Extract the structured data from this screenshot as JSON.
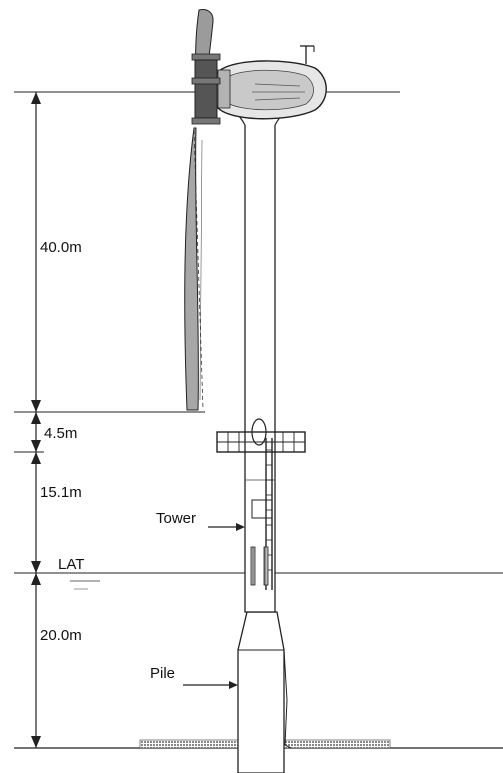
{
  "dimensions": {
    "hub_height": "40.0m",
    "blade_clearance": "4.5m",
    "platform_to_lat": "15.1m",
    "water_depth": "20.0m"
  },
  "labels": {
    "tower": "Tower",
    "lat": "LAT",
    "pile": "Pile"
  }
}
